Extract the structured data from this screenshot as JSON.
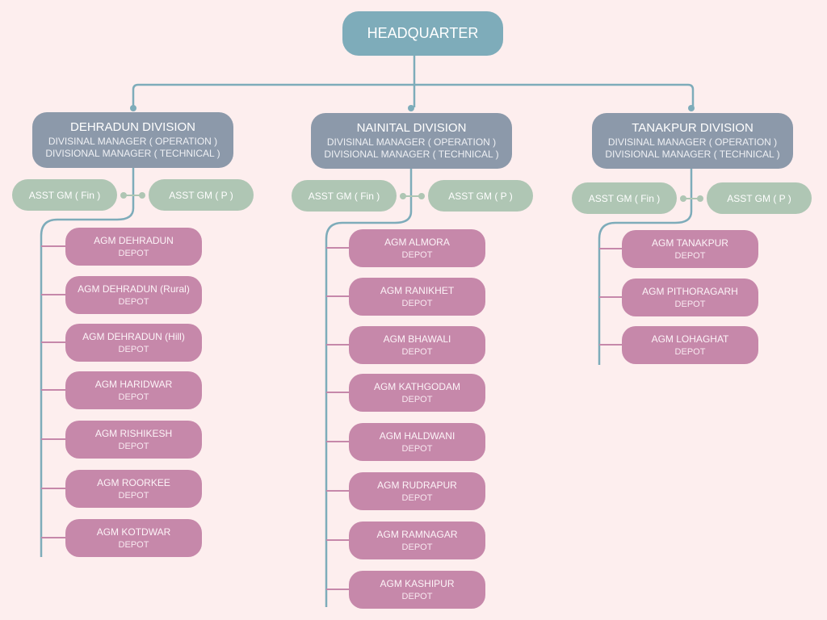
{
  "headquarter": "HEADQUARTER",
  "divisions": [
    {
      "name": "DEHRADUN DIVISION",
      "roles": [
        "DIVISINAL MANAGER ( OPERATION )",
        "DIVISIONAL MANAGER ( TECHNICAL )"
      ],
      "assistants": [
        "ASST GM ( Fin )",
        "ASST GM ( P )"
      ],
      "depots": [
        {
          "name": "AGM DEHRADUN",
          "type": "DEPOT"
        },
        {
          "name": "AGM DEHRADUN (Rural)",
          "type": "DEPOT"
        },
        {
          "name": "AGM DEHRADUN (Hill)",
          "type": "DEPOT"
        },
        {
          "name": "AGM HARIDWAR",
          "type": "DEPOT"
        },
        {
          "name": "AGM RISHIKESH",
          "type": "DEPOT"
        },
        {
          "name": "AGM ROORKEE",
          "type": "DEPOT"
        },
        {
          "name": "AGM KOTDWAR",
          "type": "DEPOT"
        }
      ]
    },
    {
      "name": "NAINITAL DIVISION",
      "roles": [
        "DIVISINAL MANAGER ( OPERATION )",
        "DIVISIONAL MANAGER ( TECHNICAL )"
      ],
      "assistants": [
        "ASST GM ( Fin )",
        "ASST GM ( P )"
      ],
      "depots": [
        {
          "name": "AGM ALMORA",
          "type": "DEPOT"
        },
        {
          "name": "AGM RANIKHET",
          "type": "DEPOT"
        },
        {
          "name": "AGM BHAWALI",
          "type": "DEPOT"
        },
        {
          "name": "AGM KATHGODAM",
          "type": "DEPOT"
        },
        {
          "name": "AGM HALDWANI",
          "type": "DEPOT"
        },
        {
          "name": "AGM RUDRAPUR",
          "type": "DEPOT"
        },
        {
          "name": "AGM RAMNAGAR",
          "type": "DEPOT"
        },
        {
          "name": "AGM KASHIPUR",
          "type": "DEPOT"
        }
      ]
    },
    {
      "name": "TANAKPUR DIVISION",
      "roles": [
        "DIVISINAL MANAGER ( OPERATION )",
        "DIVISIONAL MANAGER ( TECHNICAL )"
      ],
      "assistants": [
        "ASST GM ( Fin )",
        "ASST GM ( P )"
      ],
      "depots": [
        {
          "name": "AGM TANAKPUR",
          "type": "DEPOT"
        },
        {
          "name": "AGM PITHORAGARH",
          "type": "DEPOT"
        },
        {
          "name": "AGM LOHAGHAT",
          "type": "DEPOT"
        }
      ]
    }
  ],
  "colors": {
    "background": "#fdeeee",
    "headquarter": "#7eacba",
    "division": "#8c99aa",
    "assistant": "#afc6b4",
    "depot": "#c688aa",
    "connector": "#7eacba"
  }
}
